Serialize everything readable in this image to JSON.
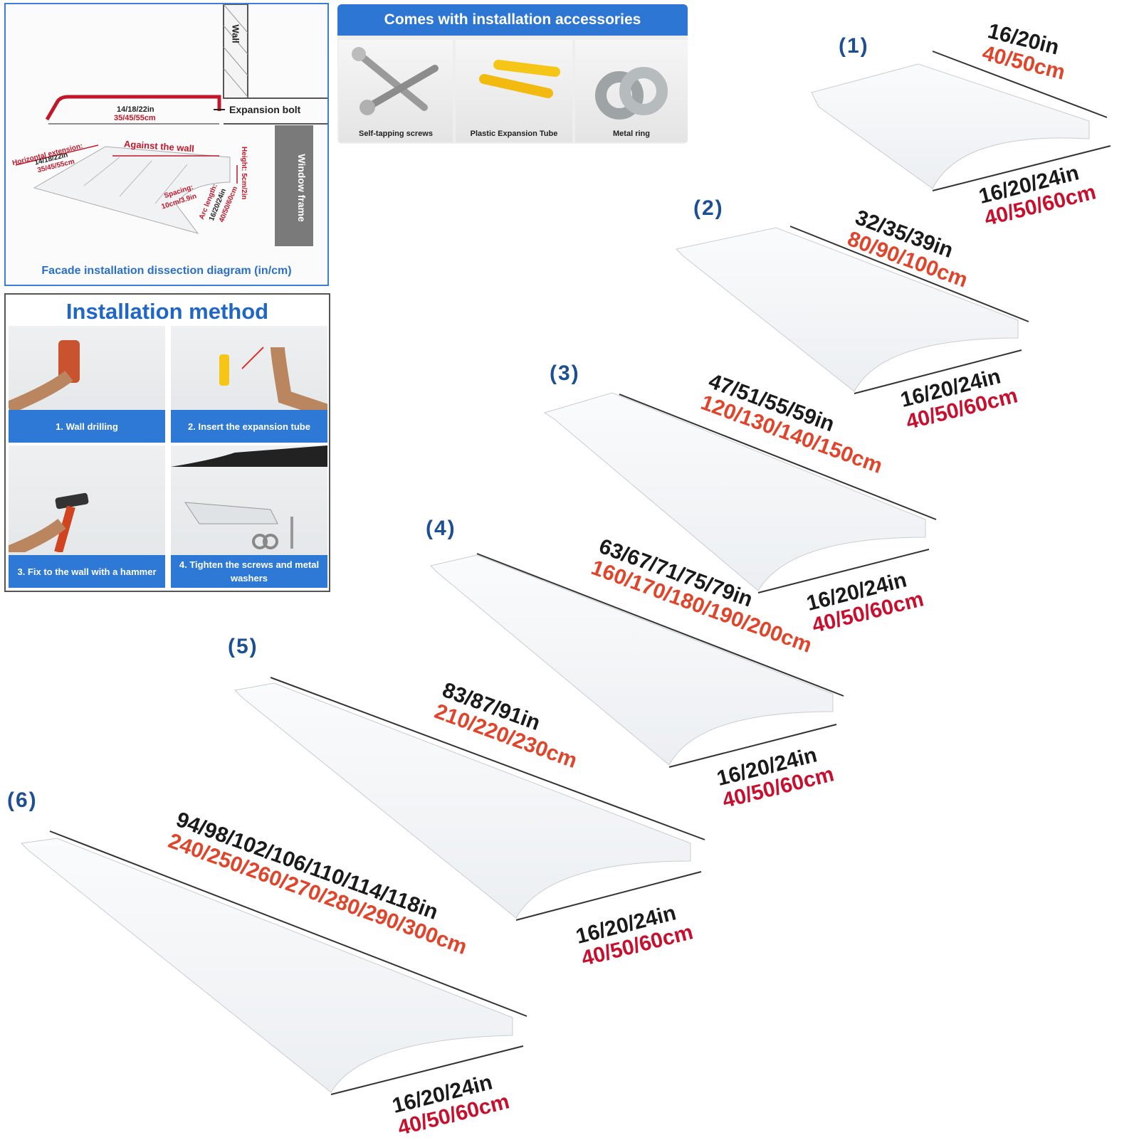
{
  "diagram": {
    "wall_label": "Wall",
    "window_frame_label": "Window frame",
    "expansion_bolt_label": "Expansion bolt",
    "top_dim_in": "14/18/22in",
    "top_dim_cm": "35/45/55cm",
    "horizontal_ext_label": "Horizontal extension:",
    "horizontal_ext_in": "14/18/22in",
    "horizontal_ext_cm": "35/45/55cm",
    "against_wall_label": "Against the wall",
    "height_label": "Height: 5cm/2in",
    "spacing_label": "Spacing:",
    "spacing_value": "10cm/3.9in",
    "arc_label": "Arc length:",
    "arc_in": "16/20/24in",
    "arc_cm": "40/50/60cm",
    "caption": "Facade installation dissection diagram (in/cm)"
  },
  "accessories": {
    "title": "Comes with installation accessories",
    "items": [
      {
        "label": "Self-tapping screws",
        "icon": "screw-icon"
      },
      {
        "label": "Plastic Expansion Tube",
        "icon": "expansion-tube-icon"
      },
      {
        "label": "Metal ring",
        "icon": "washer-icon"
      }
    ]
  },
  "installation": {
    "title": "Installation method",
    "steps": [
      {
        "label": "1. Wall drilling"
      },
      {
        "label": "2. Insert the expansion tube"
      },
      {
        "label": "3. Fix to the wall with a hammer"
      },
      {
        "label": "4. Tighten the screws and metal washers"
      }
    ]
  },
  "products": [
    {
      "number": "(1)",
      "length_in": "16/20in",
      "length_cm": "40/50cm",
      "depth_in": "16/20/24in",
      "depth_cm": "40/50/60cm"
    },
    {
      "number": "(2)",
      "length_in": "32/35/39in",
      "length_cm": "80/90/100cm",
      "depth_in": "16/20/24in",
      "depth_cm": "40/50/60cm"
    },
    {
      "number": "(3)",
      "length_in": "47/51/55/59in",
      "length_cm": "120/130/140/150cm",
      "depth_in": "16/20/24in",
      "depth_cm": "40/50/60cm"
    },
    {
      "number": "(4)",
      "length_in": "63/67/71/75/79in",
      "length_cm": "160/170/180/190/200cm",
      "depth_in": "16/20/24in",
      "depth_cm": "40/50/60cm"
    },
    {
      "number": "(5)",
      "length_in": "83/87/91in",
      "length_cm": "210/220/230cm",
      "depth_in": "16/20/24in",
      "depth_cm": "40/50/60cm"
    },
    {
      "number": "(6)",
      "length_in": "94/98/102/106/110/114/118in",
      "length_cm": "240/250/260/270/280/290/300cm",
      "depth_in": "16/20/24in",
      "depth_cm": "40/50/60cm"
    }
  ],
  "colors": {
    "accent_blue": "#2e76d3",
    "label_red": "#c8102e",
    "number_blue": "#1c4f93"
  }
}
